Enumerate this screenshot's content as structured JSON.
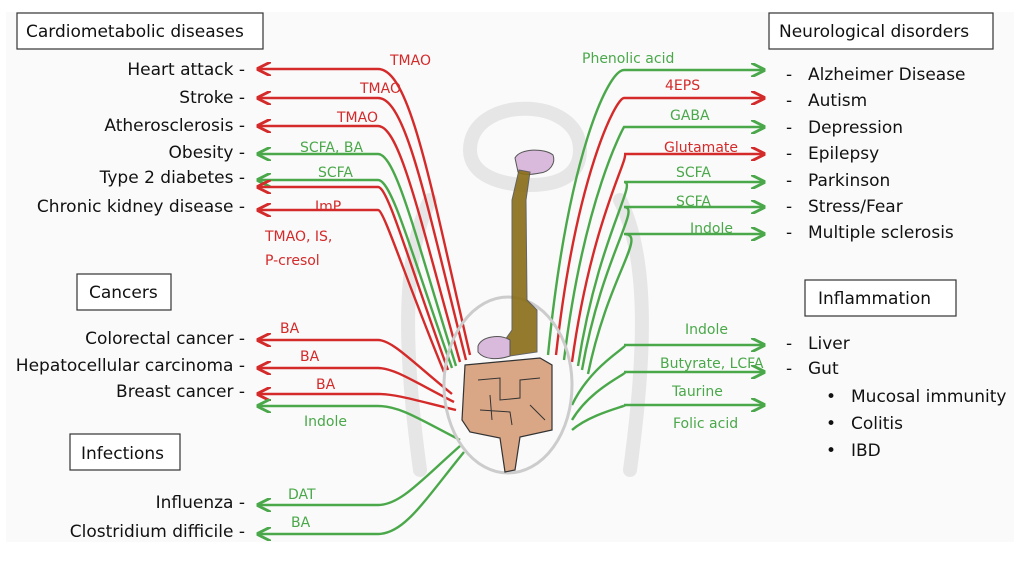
{
  "colors": {
    "harmful": "#d42a2a",
    "beneficial": "#4aa84a",
    "text": "#111111",
    "box_border": "#333333",
    "stomach": "#d9b9dc",
    "esophagus": "#8a6d16",
    "intestine": "#d9a786"
  },
  "categories": {
    "cardiometabolic": "Cardiometabolic diseases",
    "neurological": "Neurological disorders",
    "cancers": "Cancers",
    "inflammation": "Inflammation",
    "infections": "Infections"
  },
  "left_items": [
    {
      "label": "Heart attack -",
      "metabolite": "TMAO",
      "effect": "harmful"
    },
    {
      "label": "Stroke -",
      "metabolite": "TMAO",
      "effect": "harmful"
    },
    {
      "label": "Atherosclerosis -",
      "metabolite": "TMAO",
      "effect": "harmful"
    },
    {
      "label": "Obesity -",
      "metabolite": "SCFA, BA",
      "effect": "beneficial"
    },
    {
      "label": "Type 2 diabetes -",
      "metabolite": "SCFA",
      "effect": "beneficial"
    },
    {
      "label": "",
      "metabolite": "ImP",
      "effect": "harmful"
    },
    {
      "label": "Chronic kidney disease -",
      "metabolite": "TMAO, IS, P-cresol",
      "effect": "harmful"
    },
    {
      "label": "Colorectal cancer -",
      "metabolite": "BA",
      "effect": "harmful"
    },
    {
      "label": "Hepatocellular carcinoma -",
      "metabolite": "BA",
      "effect": "harmful"
    },
    {
      "label": "Breast cancer -",
      "metabolite": "BA",
      "effect": "harmful"
    },
    {
      "label": "",
      "metabolite": "Indole",
      "effect": "beneficial"
    },
    {
      "label": "Influenza -",
      "metabolite": "DAT",
      "effect": "beneficial"
    },
    {
      "label": "Clostridium difficile -",
      "metabolite": "BA",
      "effect": "beneficial"
    }
  ],
  "right_items": [
    {
      "label": "Alzheimer Disease",
      "metabolite": "Phenolic acid",
      "effect": "beneficial"
    },
    {
      "label": "Autism",
      "metabolite": "4EPS",
      "effect": "harmful"
    },
    {
      "label": "Depression",
      "metabolite": "GABA",
      "effect": "beneficial"
    },
    {
      "label": "Epilepsy",
      "metabolite": "Glutamate",
      "effect": "harmful"
    },
    {
      "label": "Parkinson",
      "metabolite": "SCFA",
      "effect": "beneficial"
    },
    {
      "label": "Stress/Fear",
      "metabolite": "SCFA",
      "effect": "beneficial"
    },
    {
      "label": "Multiple sclerosis",
      "metabolite": "Indole",
      "effect": "beneficial"
    },
    {
      "label": "Liver",
      "metabolite": "Indole",
      "effect": "beneficial"
    },
    {
      "label": "Gut",
      "metabolite": "Butyrate, LCFA",
      "effect": "beneficial"
    },
    {
      "label": "",
      "metabolite": "Taurine",
      "effect": "beneficial"
    },
    {
      "label": "",
      "metabolite": "Folic acid",
      "effect": "beneficial"
    }
  ],
  "gut_subitems": [
    "Mucosal immunity",
    "Colitis",
    "IBD"
  ],
  "dash": "-",
  "bullet": "•"
}
